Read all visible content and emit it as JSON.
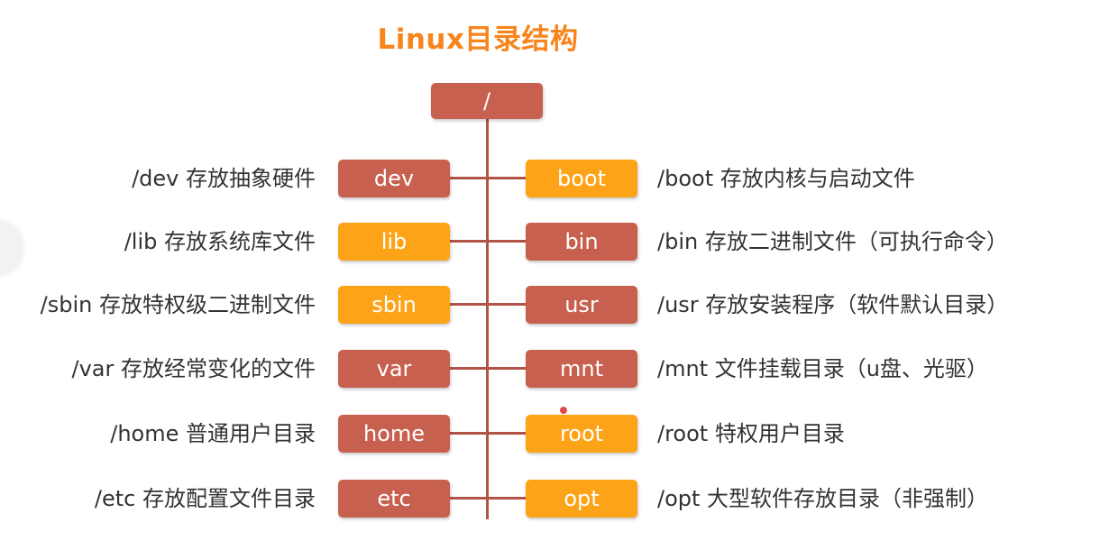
{
  "title": "Linux目录结构",
  "root": {
    "label": "/"
  },
  "rows": [
    {
      "left": {
        "label": "dev",
        "desc": "/dev 存放抽象硬件",
        "color": "red"
      },
      "right": {
        "label": "boot",
        "desc": "/boot 存放内核与启动文件",
        "color": "orange"
      }
    },
    {
      "left": {
        "label": "lib",
        "desc": "/lib 存放系统库文件",
        "color": "orange"
      },
      "right": {
        "label": "bin",
        "desc": "/bin 存放二进制文件（可执行命令）",
        "color": "red"
      }
    },
    {
      "left": {
        "label": "sbin",
        "desc": "/sbin 存放特权级二进制文件",
        "color": "orange"
      },
      "right": {
        "label": "usr",
        "desc": "/usr 存放安装程序（软件默认目录）",
        "color": "red"
      }
    },
    {
      "left": {
        "label": "var",
        "desc": "/var 存放经常变化的文件",
        "color": "red"
      },
      "right": {
        "label": "mnt",
        "desc": "/mnt 文件挂载目录（u盘、光驱）",
        "color": "red"
      }
    },
    {
      "left": {
        "label": "home",
        "desc": "/home 普通用户目录",
        "color": "red"
      },
      "right": {
        "label": "root",
        "desc": "/root 特权用户目录",
        "color": "orange"
      }
    },
    {
      "left": {
        "label": "etc",
        "desc": "/etc 存放配置文件目录",
        "color": "red"
      },
      "right": {
        "label": "opt",
        "desc": "/opt 大型软件存放目录（非强制）",
        "color": "orange"
      }
    }
  ],
  "colors": {
    "red": "#c8604f",
    "orange": "#fca317",
    "line": "#b25445",
    "title": "#f7851c"
  }
}
